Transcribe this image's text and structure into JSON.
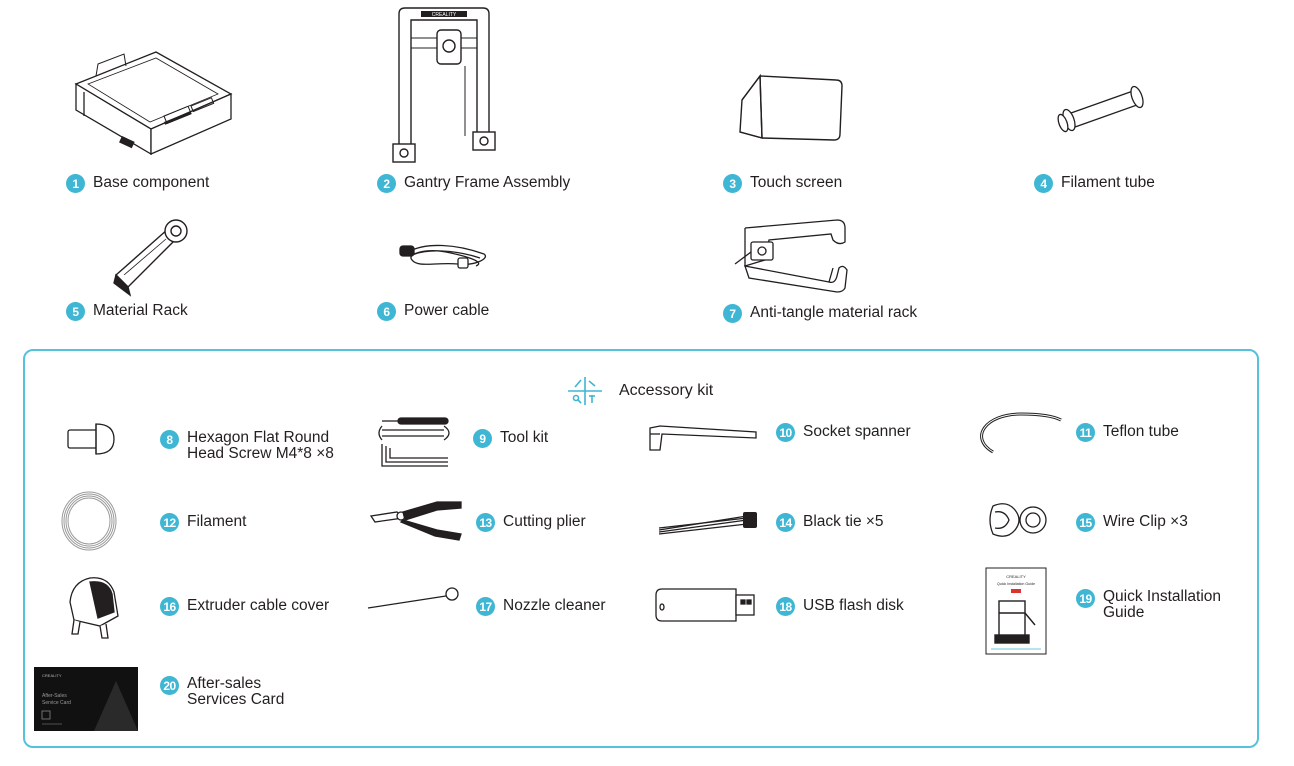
{
  "parts": [
    {
      "num": "1",
      "label": "Base component"
    },
    {
      "num": "2",
      "label": "Gantry Frame Assembly"
    },
    {
      "num": "3",
      "label": "Touch screen"
    },
    {
      "num": "4",
      "label": "Filament tube"
    },
    {
      "num": "5",
      "label": "Material Rack"
    },
    {
      "num": "6",
      "label": "Power cable"
    },
    {
      "num": "7",
      "label": "Anti-tangle material rack"
    }
  ],
  "accessory_kit": {
    "title": "Accessory kit",
    "items": [
      {
        "num": "8",
        "label_line1": "Hexagon Flat Round",
        "label_line2": "Head Screw M4*8 ×8"
      },
      {
        "num": "9",
        "label_line1": "Tool kit"
      },
      {
        "num": "10",
        "label_line1": "Socket spanner"
      },
      {
        "num": "11",
        "label_line1": "Teflon tube"
      },
      {
        "num": "12",
        "label_line1": "Filament"
      },
      {
        "num": "13",
        "label_line1": "Cutting plier"
      },
      {
        "num": "14",
        "label_line1": "Black tie ×5"
      },
      {
        "num": "15",
        "label_line1": "Wire Clip ×3"
      },
      {
        "num": "16",
        "label_line1": "Extruder cable cover"
      },
      {
        "num": "17",
        "label_line1": "Nozzle cleaner"
      },
      {
        "num": "18",
        "label_line1": "USB flash disk"
      },
      {
        "num": "19",
        "label_line1": "Quick Installation",
        "label_line2": "Guide"
      },
      {
        "num": "20",
        "label_line1": "After-sales",
        "label_line2": "Services Card"
      }
    ]
  },
  "printed_marks": {
    "gantry_brand": "CREALITY",
    "guide_brand": "CREALITY",
    "guide_title": "Quick Installation Guide",
    "card_brand": "CREALITY",
    "card_title_line1": "After-Sales",
    "card_title_line2": "Service Card"
  },
  "colors": {
    "accent": "#3fb6d3",
    "kit_border": "#56c1dc",
    "line": "#231f20",
    "card_bg": "#111111"
  }
}
